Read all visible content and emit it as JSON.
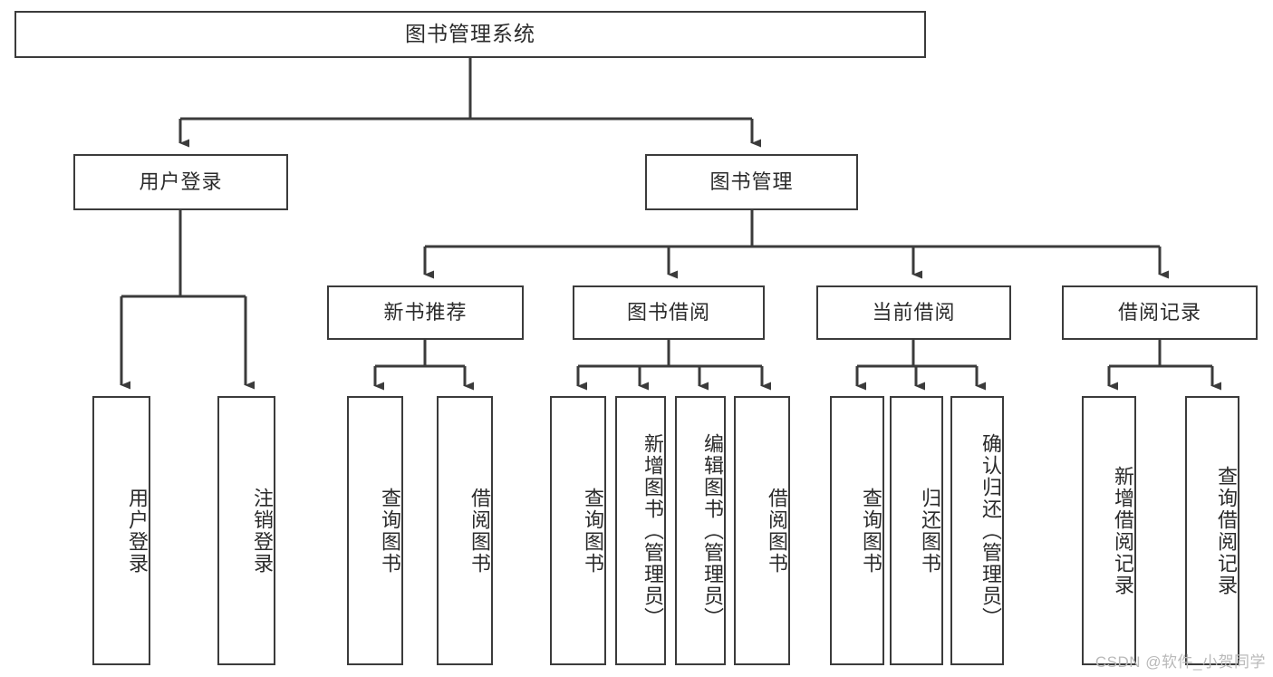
{
  "diagram": {
    "title": "图书管理系统",
    "type": "functional-structure-tree",
    "root": {
      "label": "图书管理系统"
    },
    "level2": [
      {
        "id": "user-login",
        "label": "用户登录"
      },
      {
        "id": "book-management",
        "label": "图书管理"
      }
    ],
    "level3": [
      {
        "id": "new-book-recommend",
        "label": "新书推荐"
      },
      {
        "id": "book-borrow",
        "label": "图书借阅"
      },
      {
        "id": "current-borrow",
        "label": "当前借阅"
      },
      {
        "id": "borrow-record",
        "label": "借阅记录"
      }
    ],
    "leaves": {
      "user_login": [
        {
          "id": "leaf-user-login",
          "label": "用户登录"
        },
        {
          "id": "leaf-logout-login",
          "label": "注销登录"
        }
      ],
      "new_book_recommend": [
        {
          "id": "leaf-query-book-1",
          "label": "查询图书"
        },
        {
          "id": "leaf-borrow-book-1",
          "label": "借阅图书"
        }
      ],
      "book_borrow": [
        {
          "id": "leaf-query-book-2",
          "label": "查询图书"
        },
        {
          "id": "leaf-add-book",
          "label": "新增图书（管理员）"
        },
        {
          "id": "leaf-edit-book",
          "label": "编辑图书（管理员）"
        },
        {
          "id": "leaf-borrow-book-2",
          "label": "借阅图书"
        }
      ],
      "current_borrow": [
        {
          "id": "leaf-query-book-3",
          "label": "查询图书"
        },
        {
          "id": "leaf-return-book",
          "label": "归还图书"
        },
        {
          "id": "leaf-confirm-return",
          "label": "确认归还（管理员）"
        }
      ],
      "borrow_record": [
        {
          "id": "leaf-add-record",
          "label": "新增借阅记录"
        },
        {
          "id": "leaf-query-record",
          "label": "查询借阅记录"
        }
      ]
    },
    "watermark": "CSDN @软件_小贺同学",
    "colors": {
      "stroke": "#3b3b3b",
      "fill": "#ffffff",
      "text": "#2b2b2b",
      "watermark": "#b9b9b9"
    }
  }
}
